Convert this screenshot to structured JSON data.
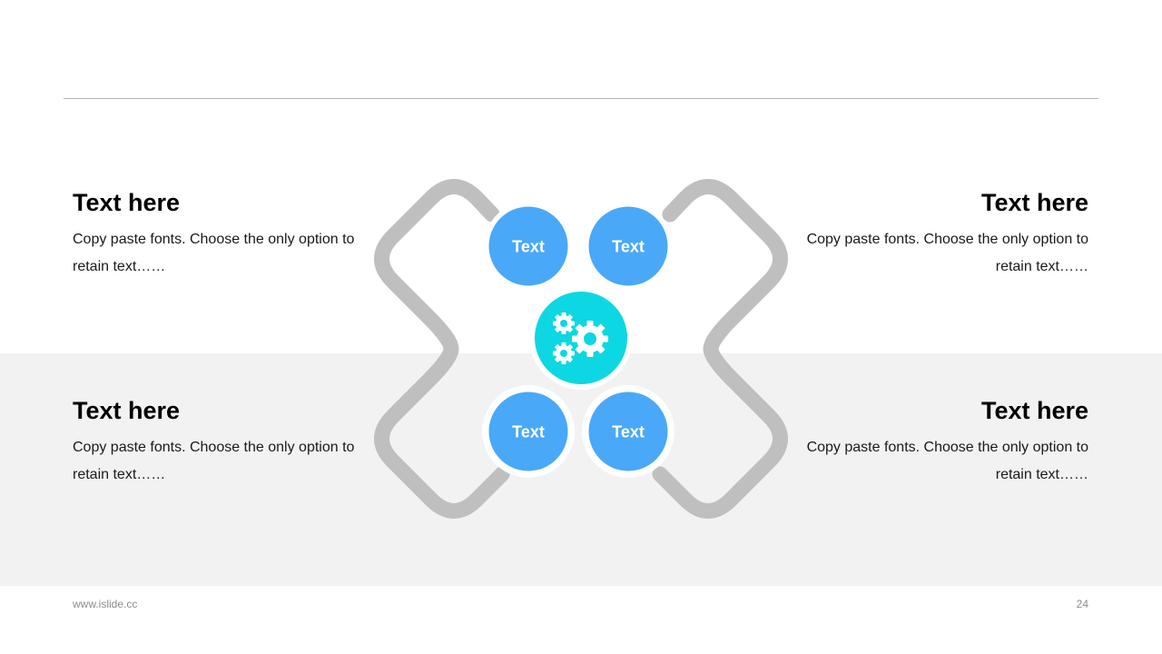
{
  "colors": {
    "bubble": "#4aa8f8",
    "hub": "#0dd7e2",
    "connector": "#bfbfbf",
    "band": "#f2f2f2"
  },
  "blocks": [
    {
      "title": "Text here",
      "body": "Copy paste fonts. Choose the only option to retain text……"
    },
    {
      "title": "Text here",
      "body": "Copy paste fonts. Choose the only option to retain text……"
    },
    {
      "title": "Text here",
      "body": "Copy paste fonts. Choose the only option to retain text……"
    },
    {
      "title": "Text here",
      "body": "Copy paste fonts. Choose the only option to retain text……"
    }
  ],
  "bubbles": [
    {
      "label": "Text"
    },
    {
      "label": "Text"
    },
    {
      "label": "Text"
    },
    {
      "label": "Text"
    }
  ],
  "hub": {
    "icon": "gears-icon"
  },
  "footer": {
    "website": "www.islide.cc",
    "page_number": "24"
  }
}
